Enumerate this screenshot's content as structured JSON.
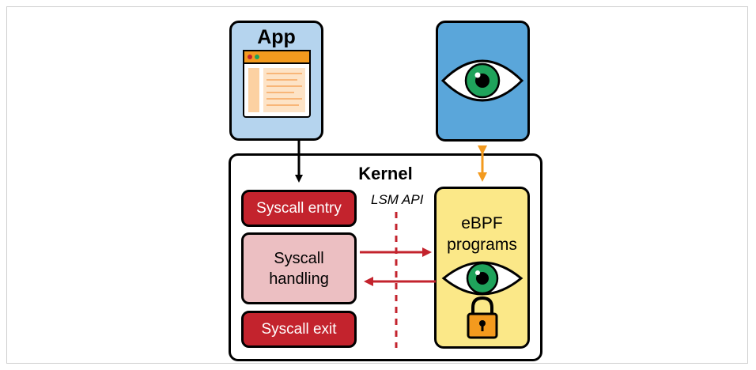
{
  "app": {
    "title": "App"
  },
  "kernel": {
    "title": "Kernel"
  },
  "syscall": {
    "entry_label": "Syscall entry",
    "handling_label_line1": "Syscall",
    "handling_label_line2": "handling",
    "exit_label": "Syscall exit"
  },
  "lsm": {
    "label": "LSM API"
  },
  "ebpf": {
    "label_line1": "eBPF",
    "label_line2": "programs"
  },
  "colors": {
    "app_bg": "#b5d4ee",
    "observer_bg": "#5aa6da",
    "syscall_red": "#c3232d",
    "syscall_handling_pink": "#ecbfc2",
    "ebpf_yellow": "#fbe888",
    "arrow_red": "#c3232d",
    "arrow_orange": "#f39a1e",
    "eye_green": "#1fa35b",
    "lock_orange": "#f39a1e"
  },
  "icons": [
    "browser-window-icon",
    "eye-icon",
    "eye-icon",
    "padlock-icon"
  ]
}
